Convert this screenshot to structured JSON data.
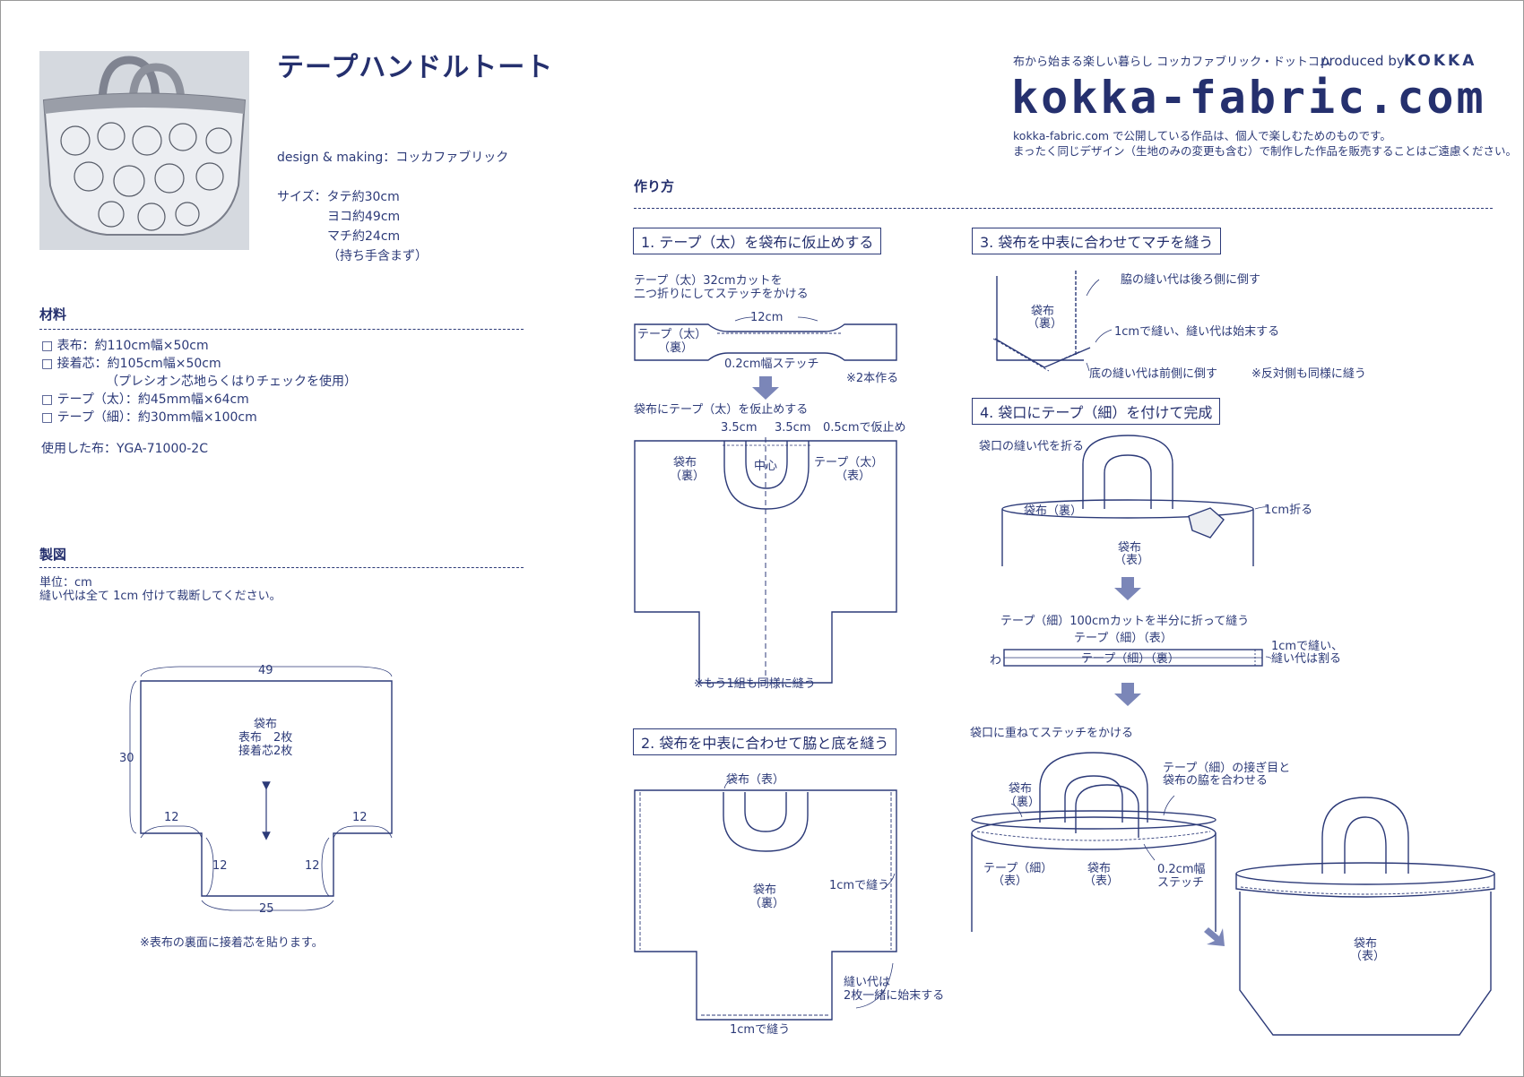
{
  "header": {
    "title": "テープハンドルトート",
    "design_making": "design & making：コッカファブリック",
    "size_label": "サイズ：タテ約30cm",
    "size_lines": [
      "ヨコ約49cm",
      "マチ約24cm",
      "（持ち手含まず）"
    ]
  },
  "brand": {
    "tagline": "布から始まる楽しい暮らし コッカファブリック・ドットコム",
    "produced_by": "produced by",
    "kokka": "KOKKA",
    "logo": "kokka-fabric.com",
    "notice_1": "kokka-fabric.com で公開している作品は、個人で楽しむためのものです。",
    "notice_2": "まったく同じデザイン（生地のみの変更も含む）で制作した作品を販売することはご遠慮ください。"
  },
  "materials": {
    "heading": "材料",
    "items": [
      "□ 表布：約110cm幅×50cm",
      "□ 接着芯：約105cm幅×50cm",
      "（プレシオン芯地らくはりチェックを使用）",
      "□ テープ（太）：約45mm幅×64cm",
      "□ テープ（細）：約30mm幅×100cm"
    ],
    "fabric_used": "使用した布：YGA-71000-2C"
  },
  "pattern": {
    "heading": "製図",
    "unit": "単位：cm",
    "allowance": "縫い代は全て 1cm 付けて裁断してください。",
    "dims": {
      "top": "49",
      "left": "30",
      "step_h_l": "12",
      "step_h_r": "12",
      "step_v_l": "12",
      "step_v_r": "12",
      "bottom": "25"
    },
    "piece_name": "袋布",
    "piece_line2": "表布　2枚",
    "piece_line3": "接着芯2枚",
    "note": "※表布の裏面に接着芯を貼ります。"
  },
  "howto": {
    "heading": "作り方",
    "step1": {
      "title": "1. テープ（太）を袋布に仮止めする",
      "desc1": "テープ（太）32cmカットを",
      "desc2": "二つ折りにしてステッチをかける",
      "len": "12cm",
      "tape_a": "テープ（太）",
      "tape_b": "（裏）",
      "stitch": "0.2cm幅ステッチ",
      "make2": "※2本作る",
      "sub": "袋布にテープ（太）を仮止めする",
      "d1": "3.5cm",
      "d2": "3.5cm",
      "tack": "0.5cmで仮止め",
      "bag_a": "袋布",
      "bag_b": "（裏）",
      "center": "中心",
      "tape_r_a": "テープ（太）",
      "tape_r_b": "（表）",
      "note": "※もう1組も同様に縫う"
    },
    "step2": {
      "title": "2. 袋布を中表に合わせて脇と底を縫う",
      "top": "袋布（表）",
      "bag_a": "袋布",
      "bag_b": "（裏）",
      "sew1": "1cmで縫う",
      "allow_a": "縫い代は",
      "allow_b": "2枚一緒に始末する",
      "sew_bottom": "1cmで縫う"
    },
    "step3": {
      "title": "3. 袋布を中表に合わせてマチを縫う",
      "side": "脇の縫い代は後ろ側に倒す",
      "bag_a": "袋布",
      "bag_b": "（裏）",
      "sew": "1cmで縫い、縫い代は始末する",
      "bottom": "底の縫い代は前側に倒す",
      "other": "※反対側も同様に縫う"
    },
    "step4": {
      "title": "4. 袋口にテープ（細）を付けて完成",
      "fold": "袋口の縫い代を折る",
      "bag_ura": "袋布（裏）",
      "fold1": "1cm折る",
      "bag_a": "袋布",
      "bag_b": "（表）",
      "tape_desc": "テープ（細）100cmカットを半分に折って縫う",
      "tape_omote": "テープ（細）（表）",
      "tape_ura": "テープ（細）（裏）",
      "wa": "わ",
      "sew_a": "1cmで縫い、",
      "sew_b": "縫い代は割る",
      "stitch_on": "袋口に重ねてステッチをかける",
      "join_a": "テープ（細）の接ぎ目と",
      "join_b": "袋布の脇を合わせる",
      "s_bag_a": "袋布",
      "s_bag_b": "（裏）",
      "s_tape_a": "テープ（細）",
      "s_tape_b": "（表）",
      "s_bag2_a": "袋布",
      "s_bag2_b": "（表）",
      "s_st_a": "0.2cm幅",
      "s_st_b": "ステッチ",
      "fin_a": "袋布",
      "fin_b": "（表）"
    }
  },
  "colors": {
    "ink": "#2c3a78",
    "arrow": "#7b86b8",
    "photo_bg": "#d8dce2"
  }
}
